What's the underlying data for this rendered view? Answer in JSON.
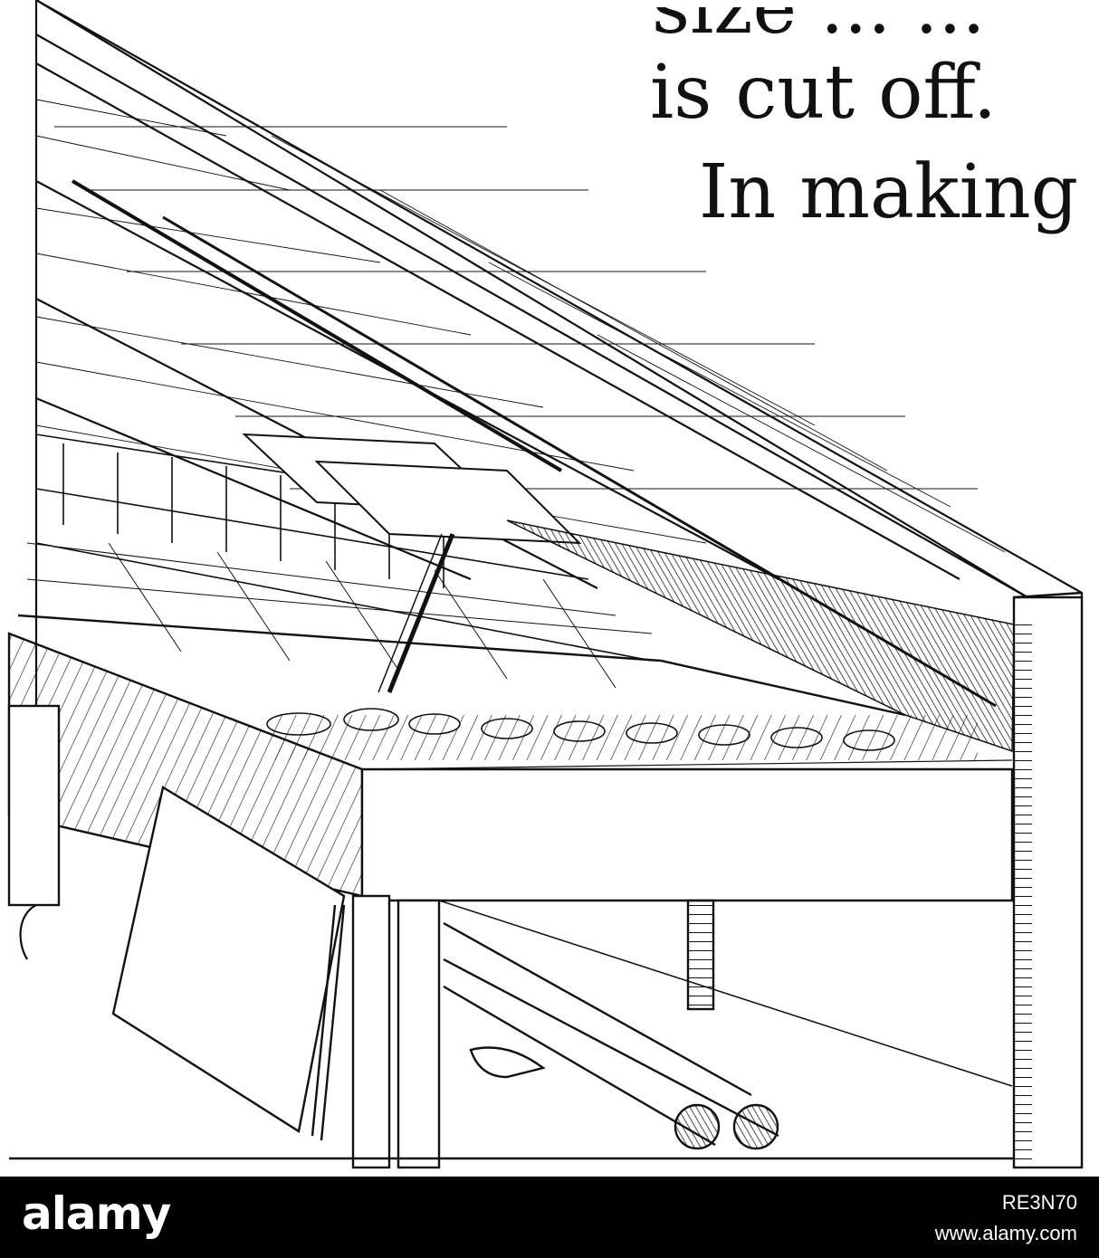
{
  "page": {
    "text_lines": [
      "size ... ...",
      "is cut off.",
      "In making"
    ]
  },
  "watermark": {
    "logo": "alamy",
    "image_id": "RE3N70",
    "url": "www.alamy.com",
    "background_color": "#000000",
    "text_color": "#ffffff"
  },
  "illustration": {
    "subject": "greenhouse-bench-engraving",
    "ink_color": "#111111"
  }
}
